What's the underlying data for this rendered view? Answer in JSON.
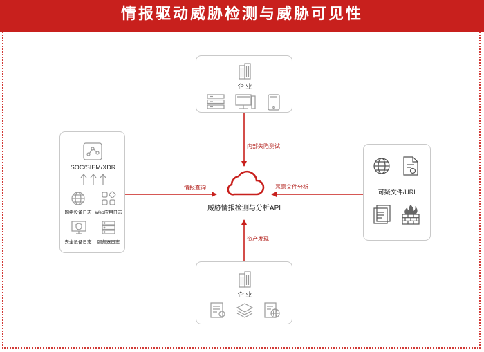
{
  "banner": {
    "title": "情报驱动威胁检测与威胁可见性"
  },
  "center": {
    "label": "威胁情报检测与分析API"
  },
  "top_box": {
    "title": "企 业"
  },
  "bottom_box": {
    "title": "企 业"
  },
  "left_box": {
    "title": "SOC/SIEM/XDR",
    "items": [
      "网络设备日志",
      "Web应用日志",
      "安全设备日志",
      "服务器日志"
    ]
  },
  "right_box": {
    "title": "可疑文件/URL"
  },
  "edges": {
    "top": "内部失陷测试",
    "left": "情报查询",
    "right": "恶意文件分析",
    "bottom": "资产发现"
  },
  "colors": {
    "accent": "#c8201d",
    "border": "#c9c9c9",
    "icon_gray": "#9a9a9a"
  }
}
